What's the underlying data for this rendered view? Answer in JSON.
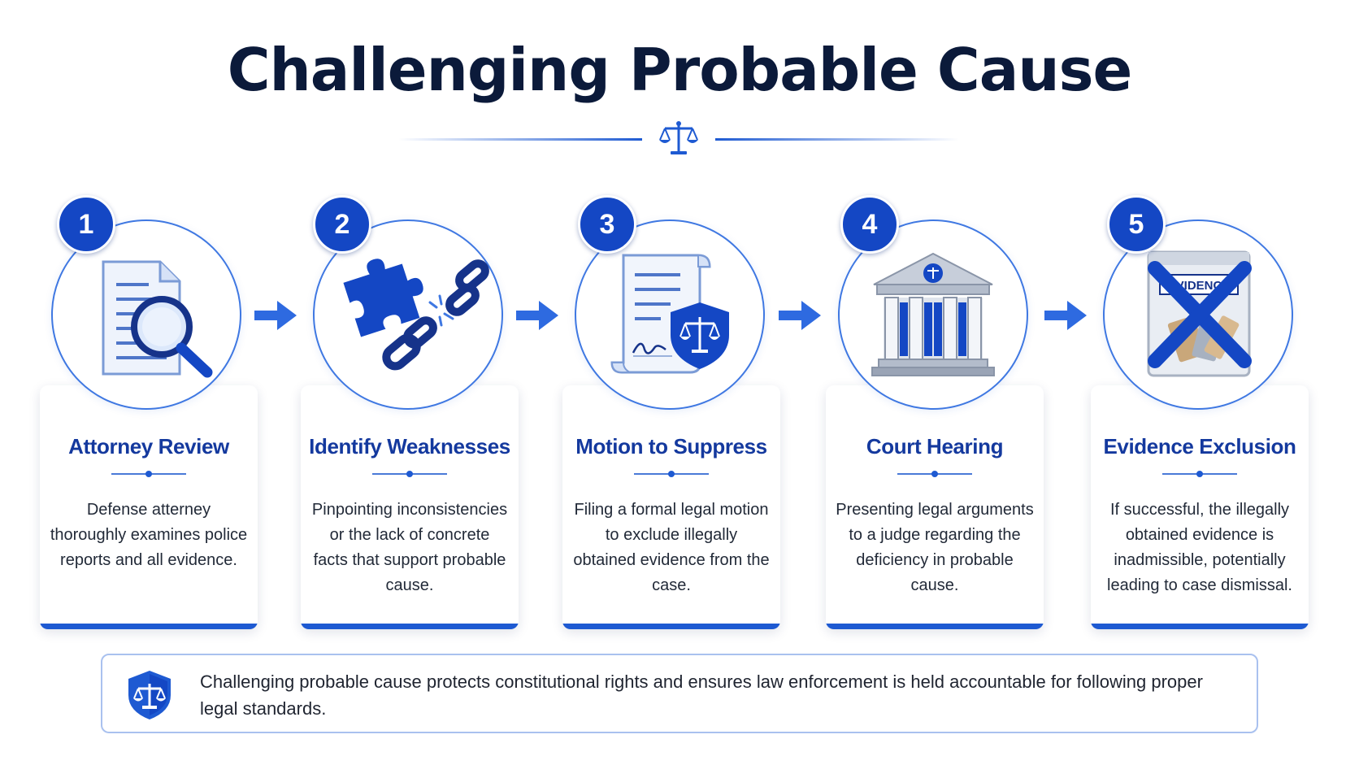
{
  "title": "Challenging Probable Cause",
  "steps": [
    {
      "number": "1",
      "title": "Attorney Review",
      "description": "Defense atterney thoroughly examines police reports and all evidence."
    },
    {
      "number": "2",
      "title": "Identify Weaknesses",
      "description": "Pinpointing inconsistencies or the lack of concrete facts that support probable cause."
    },
    {
      "number": "3",
      "title": "Motion to Suppress",
      "description": "Filing a formal legal motion to exclude illegally obtained evidence from the case."
    },
    {
      "number": "4",
      "title": "Court Hearing",
      "description": "Presenting legal arguments to a judge regarding the deficiency in probable cause."
    },
    {
      "number": "5",
      "title": "Evidence Exclusion",
      "description": "If successful, the illegally obtained evidence is inadmissible, potentially leading to case dismissal."
    }
  ],
  "icons": [
    "document-magnifier-icon",
    "puzzle-broken-chain-icon",
    "legal-document-shield-icon",
    "courthouse-icon",
    "crossed-evidence-bag-icon"
  ],
  "evidence_bag_label": "EVIDENCE",
  "footer_note": "Challenging probable cause protects constitutional rights and ensures law enforcement is held accountable for following proper legal standards.",
  "colors": {
    "title": "#0b1a3a",
    "accent": "#1e5ad2",
    "badge": "#1447c4",
    "step_title": "#14399e"
  }
}
